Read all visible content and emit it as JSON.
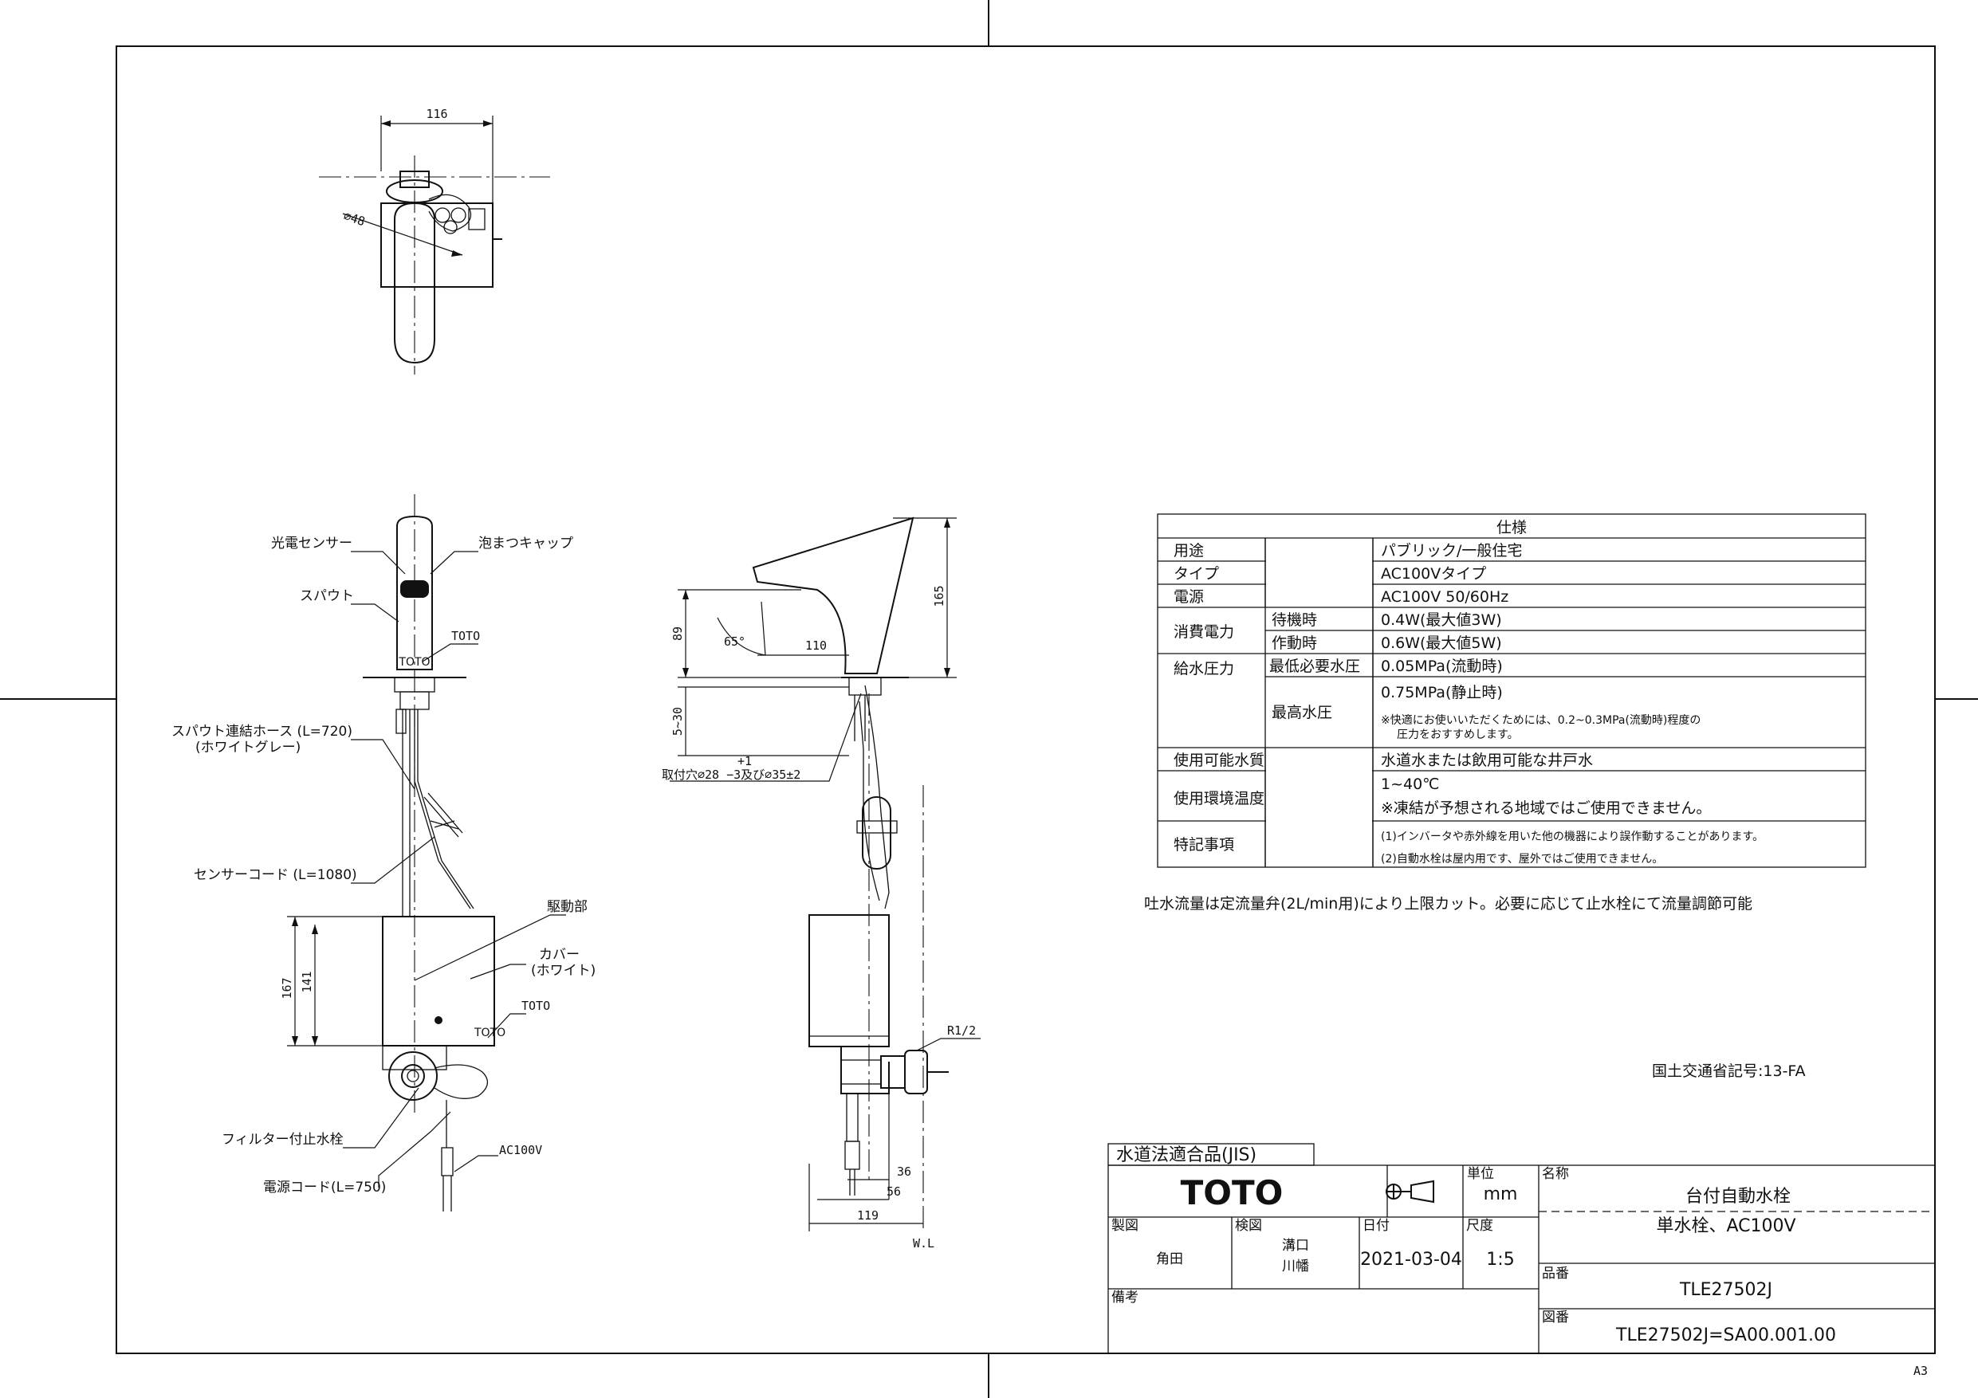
{
  "views": {
    "top": {
      "dim_width": "116",
      "dim_dia": "⌀48"
    },
    "front": {
      "labels": {
        "sensor": "光電センサー",
        "aerator": "泡まつキャップ",
        "spout": "スパウト",
        "toto_spout": "TOTO",
        "hose": "スパウト連結ホース (L=720)",
        "hose_color": "(ホワイトグレー)",
        "sensor_cord": "センサーコード (L=1080)",
        "drive": "駆動部",
        "cover": "カバー",
        "cover_color": "(ホワイト)",
        "toto_box": "TOTO",
        "filter_valve": "フィルター付止水栓",
        "power_cord": "電源コード(L=750)",
        "ac": "AC100V"
      },
      "dims": {
        "h167": "167",
        "h141": "141"
      }
    },
    "side": {
      "dims": {
        "d165": "165",
        "d89": "89",
        "d110": "110",
        "angle": "65°",
        "d5_30": "5~30",
        "hole_tol": "+1",
        "hole": "取付穴⌀28 −3及び⌀35±2",
        "r12": "R1/2",
        "d36": "36",
        "d56": "56",
        "d119": "119",
        "wl": "W.L"
      }
    }
  },
  "spec": {
    "header": "仕様",
    "rows": [
      {
        "label": "用途",
        "value": "パブリック/一般住宅"
      },
      {
        "label": "タイプ",
        "value": "AC100Vタイプ"
      },
      {
        "label": "電源",
        "value": "AC100V 50/60Hz"
      },
      {
        "label": "消費電力",
        "sub": [
          {
            "label": "待機時",
            "value": "0.4W(最大値3W)"
          },
          {
            "label": "作動時",
            "value": "0.6W(最大値5W)"
          }
        ]
      },
      {
        "label": "給水圧力",
        "sub": [
          {
            "label": "最低必要水圧",
            "value": "0.05MPa(流動時)"
          },
          {
            "label": "最高水圧",
            "value": "0.75MPa(静止時)",
            "note1": "※快適にお使いいただくためには、0.2~0.3MPa(流動時)程度の",
            "note2": "圧力をおすすめします。"
          }
        ]
      },
      {
        "label": "使用可能水質",
        "value": "水道水または飲用可能な井戸水"
      },
      {
        "label": "使用環境温度",
        "value": "1~40℃",
        "value2": "※凍結が予想される地域ではご使用できません。"
      },
      {
        "label": "特記事項",
        "value": "(1)インバータや赤外線を用いた他の機器により誤作動することがあります。",
        "value2": "(2)自動水栓は屋内用です、屋外ではご使用できません。"
      }
    ],
    "flow_note": "吐水流量は定流量弁(2L/min用)により上限カット。必要に応じて止水栓にて流量調節可能",
    "mlit": "国土交通省記号:13-FA"
  },
  "title_block": {
    "jis": "水道法適合品(JIS)",
    "brand": "TOTO",
    "unit_label": "単位",
    "unit": "mm",
    "name_label": "名称",
    "name1": "台付自動水栓",
    "name2": "単水栓、AC100V",
    "drawn_label": "製図",
    "drawn": "角田",
    "checked_label": "検図",
    "checked1": "溝口",
    "checked2": "川幡",
    "date_label": "日付",
    "date": "2021-03-04",
    "scale_label": "尺度",
    "scale": "1:5",
    "part_label": "品番",
    "part": "TLE27502J",
    "remarks_label": "備考",
    "drawing_label": "図番",
    "drawing": "TLE27502J=SA00.001.00"
  },
  "sheet_size": "A3"
}
